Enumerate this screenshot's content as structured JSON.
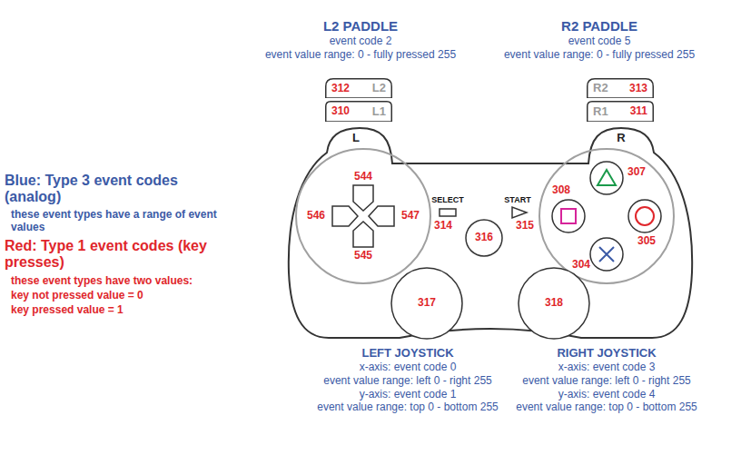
{
  "diagram": {
    "nodes": [
      {
        "text": [
          "312",
          "L2"
        ]
      },
      {
        "text": [
          "R2",
          "313"
        ]
      },
      {
        "text": [
          "310",
          "L1"
        ]
      },
      {
        "text": [
          "R1",
          "311"
        ]
      },
      {
        "text": [
          "316"
        ]
      },
      {
        "text": [
          "317"
        ]
      },
      {
        "text": [
          "318"
        ]
      }
    ],
    "labels": [
      "L2 PADDLE",
      "event code 2",
      "event value range: 0 - fully pressed 255",
      "R2 PADDLE",
      "event code 5",
      "event value range: 0 - fully pressed 255",
      "L",
      "R",
      "Blue: Type 3 event codes (analog)",
      "these event types have a range of event values",
      "Red: Type 1 event codes (key presses)",
      "these event types have two values:",
      "key not pressed value = 0",
      "key pressed value = 1",
      "544",
      "546",
      "547",
      "545",
      "SELECT",
      "314",
      "START",
      "315",
      "308",
      "307",
      "305",
      "304",
      "LEFT JOYSTICK",
      "x-axis: event code 0",
      "event value range: left 0 - right 255",
      "y-axis: event code 1",
      "event value range: top 0 - bottom 255",
      "RIGHT JOYSTICK",
      "x-axis: event code 3",
      "event value range: left 0 - right 255",
      "y-axis: event code 4",
      "event value range: top 0 - bottom 255"
    ]
  }
}
